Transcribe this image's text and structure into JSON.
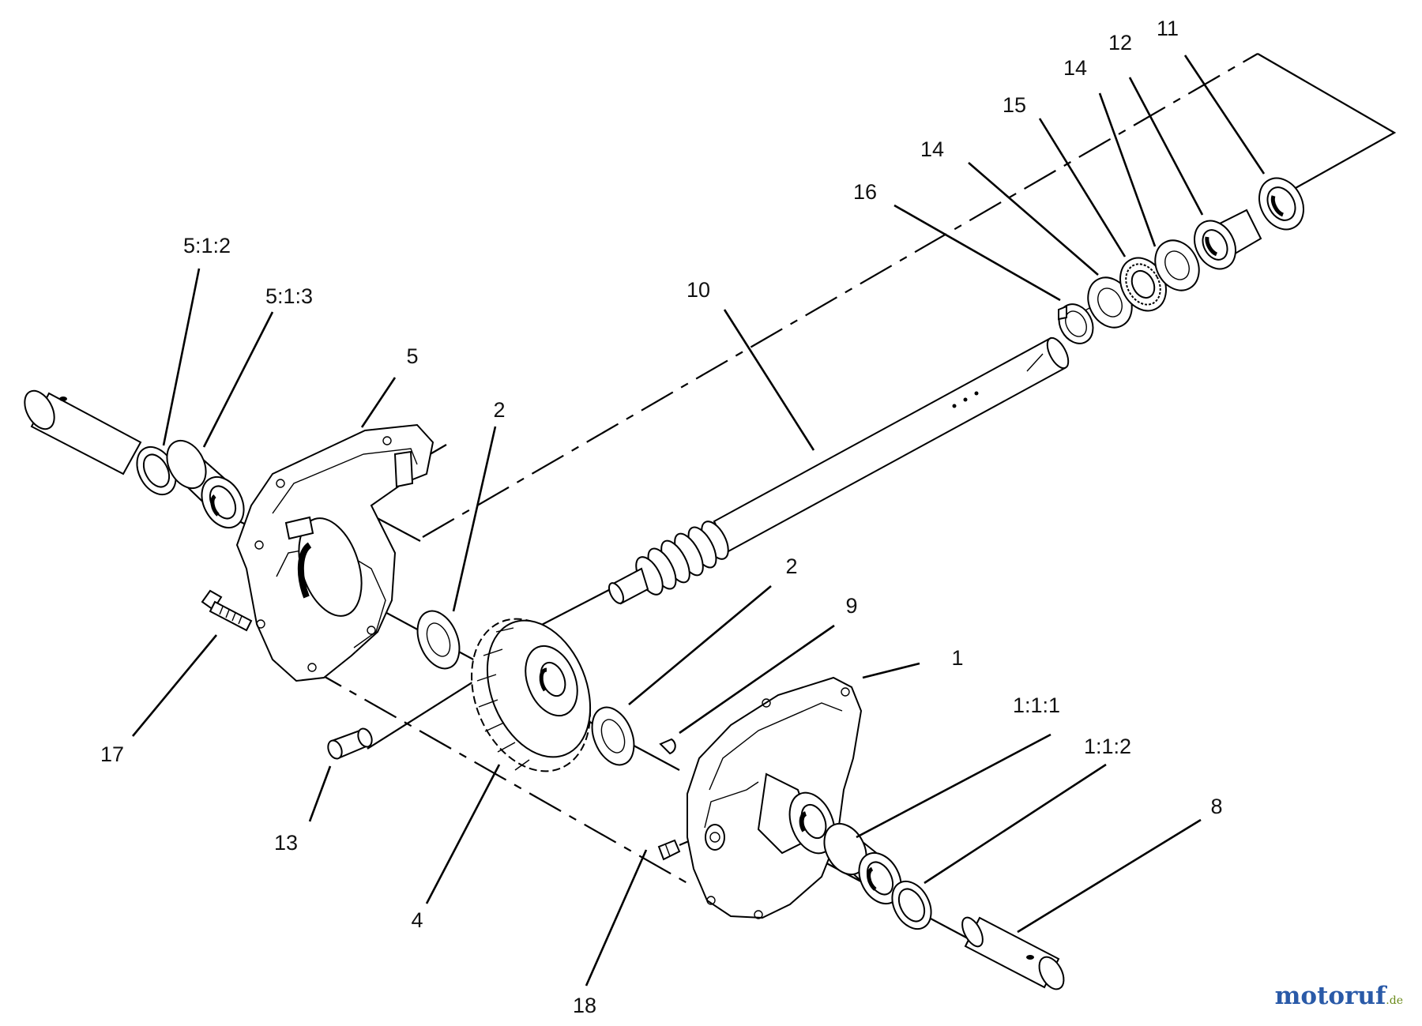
{
  "callouts": {
    "c11": "11",
    "c12": "12",
    "c14a": "14",
    "c15": "15",
    "c14b": "14",
    "c16": "16",
    "c10": "10",
    "c512": "5:1:2",
    "c513": "5:1:3",
    "c5": "5",
    "c2a": "2",
    "c2b": "2",
    "c9": "9",
    "c1": "1",
    "c111": "1:1:1",
    "c112": "1:1:2",
    "c8": "8",
    "c17": "17",
    "c13": "13",
    "c4": "4",
    "c18": "18"
  },
  "watermark": {
    "text": "motoruf",
    "suffix": ".de",
    "color_primary": "#2a5aa8",
    "color_accent": "#d8a020"
  }
}
